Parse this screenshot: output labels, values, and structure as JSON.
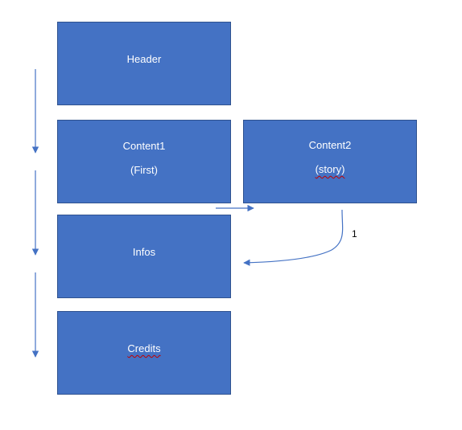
{
  "blocks": {
    "header": {
      "label": "Header"
    },
    "content1": {
      "line1": "Content1",
      "line2": "(First)"
    },
    "content2": {
      "line1": "Content2",
      "line2": "(story)"
    },
    "infos": {
      "label": "Infos"
    },
    "credits": {
      "label": "Credits"
    }
  },
  "annotation": {
    "number": "1"
  },
  "colors": {
    "block_fill": "#4472c4",
    "block_border": "#2f528f",
    "arrow": "#4472c4",
    "text": "#ffffff"
  }
}
